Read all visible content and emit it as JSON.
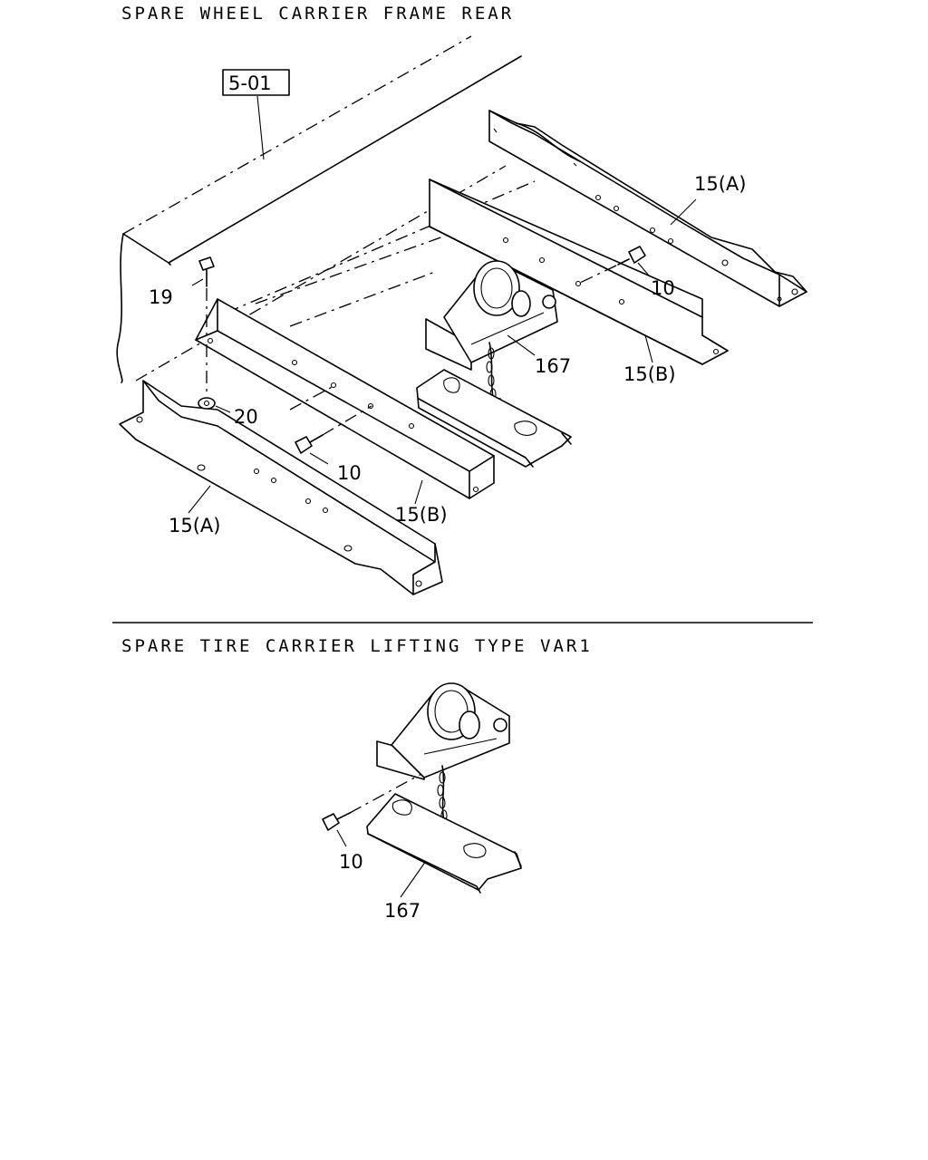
{
  "sections": [
    {
      "title": "SPARE WHEEL CARRIER FRAME REAR"
    },
    {
      "title": "SPARE TIRE CARRIER LIFTING TYPE VAR1"
    }
  ],
  "ref_box": "5-01",
  "callouts_top": {
    "c19": "19",
    "c20": "20",
    "c10a": "10",
    "c10b": "10",
    "c15a_right": "15(A)",
    "c15b_right": "15(B)",
    "c167": "167",
    "c15b_left": "15(B)",
    "c15a_left": "15(A)"
  },
  "callouts_bottom": {
    "c10": "10",
    "c167": "167"
  }
}
